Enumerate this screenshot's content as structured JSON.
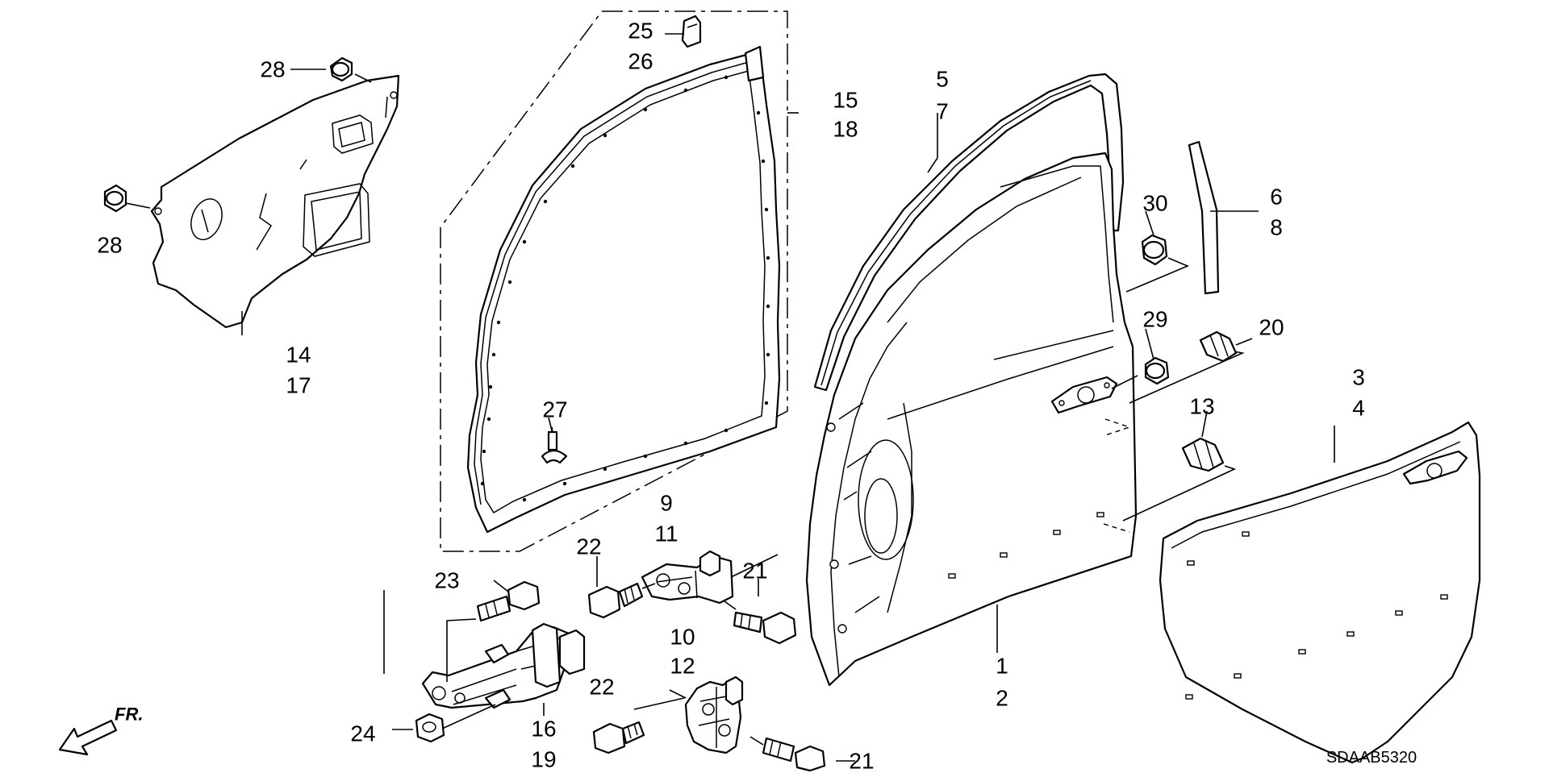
{
  "diagram": {
    "diagram_code": "SDAAB5320",
    "direction_label": "FR.",
    "labels": {
      "p1": "1",
      "p2": "2",
      "p3": "3",
      "p4": "4",
      "p5": "5",
      "p6": "6",
      "p7": "7",
      "p8": "8",
      "p9": "9",
      "p10": "10",
      "p11": "11",
      "p12": "12",
      "p13": "13",
      "p14": "14",
      "p15": "15",
      "p16": "16",
      "p17": "17",
      "p18": "18",
      "p19": "19",
      "p20": "20",
      "p21a": "21",
      "p21b": "21",
      "p22a": "22",
      "p22b": "22",
      "p23": "23",
      "p24": "24",
      "p25": "25",
      "p26": "26",
      "p27": "27",
      "p28a": "28",
      "p28b": "28",
      "p29": "29",
      "p30": "30"
    }
  }
}
